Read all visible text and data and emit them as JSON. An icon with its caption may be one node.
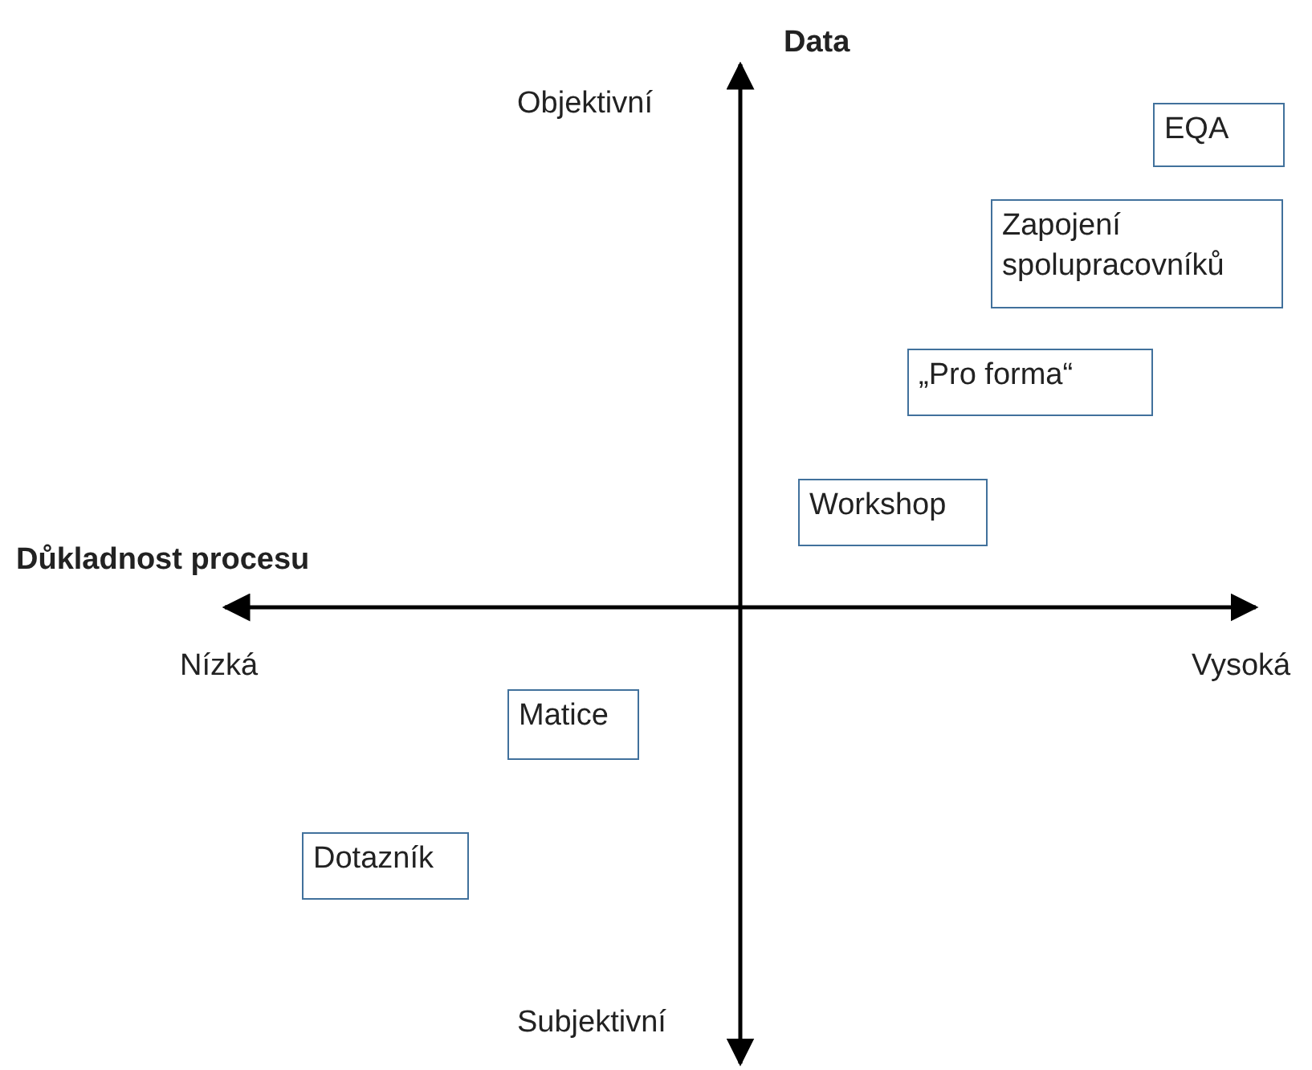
{
  "diagram": {
    "nodes": [
      {
        "text": [
          "EQA"
        ]
      },
      {
        "text": [
          "Zapojení spolupracovníků"
        ]
      },
      {
        "text": [
          "„Pro forma“"
        ]
      },
      {
        "text": [
          "Workshop"
        ]
      },
      {
        "text": [
          "Matice"
        ]
      },
      {
        "text": [
          "Dotazník"
        ]
      }
    ],
    "labels": [
      "Data",
      "Objektivní",
      "Důkladnost procesu",
      "Nízká",
      "Vysoká",
      "Subjektivní"
    ]
  }
}
